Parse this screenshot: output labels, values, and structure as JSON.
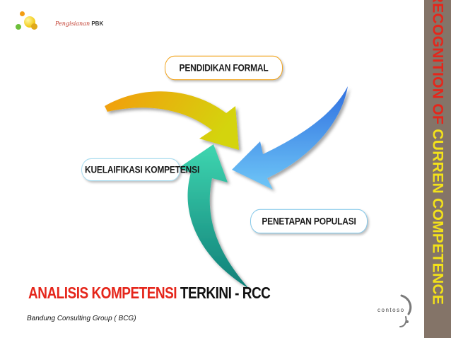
{
  "logo": {
    "script_text": "Pengisianan",
    "brand_text": "PBK"
  },
  "vertical_title": {
    "part1": "RECOGNITION OF ",
    "part2": "CURREN COMPETENCE",
    "color_part1": "#e5261b",
    "color_part2": "#f3e21a"
  },
  "diagram": {
    "labels": {
      "pendidikan": "PENDIDIKAN FORMAL",
      "kualifikasi": "KUELAIFIKASI KOMPETENSI",
      "penetapan": "PENETAPAN POPULASI"
    },
    "arrow_colors": {
      "top": [
        "#f39c12",
        "#d4d40a"
      ],
      "right": [
        "#2f6fe0",
        "#6fc7f7"
      ],
      "left": [
        "#3fd6b0",
        "#0f8f84"
      ]
    }
  },
  "bottom_title": {
    "red_part": "ANALISIS KOMPETENSI",
    "dark_part": " TERKINI - RCC"
  },
  "footer": {
    "company": "Bandung Consulting Group ( BCG)",
    "contoso": "contoso"
  },
  "colors": {
    "sidebar": "#847468",
    "accent_red": "#e5261b"
  }
}
